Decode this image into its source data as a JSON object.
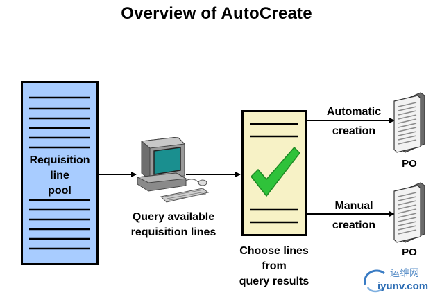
{
  "title": "Overview of AutoCreate",
  "pool": {
    "label_lines": [
      "Requisition",
      "line",
      "pool"
    ]
  },
  "query": {
    "label_lines": [
      "Query available",
      "requisition lines"
    ]
  },
  "choose": {
    "label_lines": [
      "Choose lines",
      "from",
      "query results"
    ]
  },
  "automatic": {
    "label_lines": [
      "Automatic",
      "creation"
    ],
    "po_label": "PO"
  },
  "manual": {
    "label_lines": [
      "Manual",
      "creation"
    ],
    "po_label": "PO"
  },
  "watermark": {
    "cn": "运维网",
    "en": "iyunv.com"
  },
  "colors": {
    "pool_fill": "#a8ccff",
    "choose_fill": "#f7f2c6",
    "check_green": "#2fc23a",
    "watermark_blue": "#2d6db4"
  }
}
